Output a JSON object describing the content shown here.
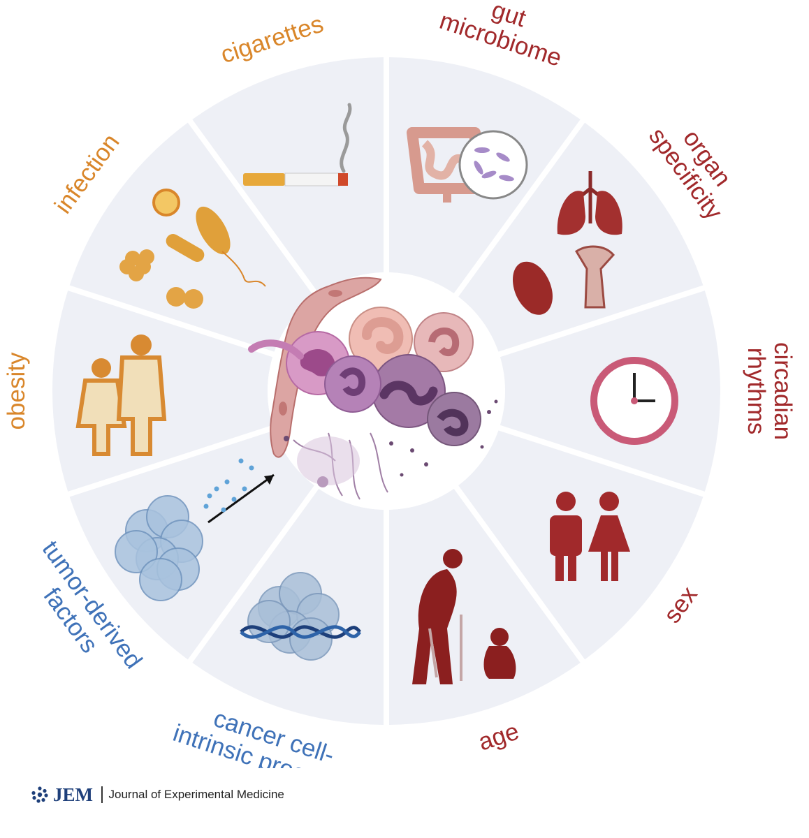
{
  "colors": {
    "orange": "#d9862a",
    "darkred": "#a1292b",
    "blue": "#3f72b8",
    "segment_fill": "#eef0f6"
  },
  "segments": [
    {
      "id": "gut-microbiome",
      "lines": [
        "gut",
        "microbiome"
      ],
      "color": "#a1292b",
      "icon": "intestine-microbe-icon"
    },
    {
      "id": "organ-specificity",
      "lines": [
        "organ",
        "specificity"
      ],
      "color": "#a1292b",
      "icon": "organs-icon"
    },
    {
      "id": "circadian-rhythms",
      "lines": [
        "circadian",
        "rhythms"
      ],
      "color": "#a1292b",
      "icon": "clock-icon"
    },
    {
      "id": "sex",
      "lines": [
        "sex"
      ],
      "color": "#a1292b",
      "icon": "male-female-icon"
    },
    {
      "id": "age",
      "lines": [
        "age"
      ],
      "color": "#a1292b",
      "icon": "elderly-baby-icon"
    },
    {
      "id": "cancer-cell-intrinsic",
      "lines": [
        "cancer cell-",
        "intrinsic programs"
      ],
      "color": "#3f72b8",
      "icon": "dna-tumor-icon"
    },
    {
      "id": "tumor-derived-factors",
      "lines": [
        "tumor-derived",
        "factors"
      ],
      "color": "#3f72b8",
      "icon": "tumor-secretion-icon"
    },
    {
      "id": "obesity",
      "lines": [
        "obesity"
      ],
      "color": "#d9862a",
      "icon": "obese-people-icon"
    },
    {
      "id": "infection",
      "lines": [
        "infection"
      ],
      "color": "#d9862a",
      "icon": "bacteria-virus-icon"
    },
    {
      "id": "cigarettes",
      "lines": [
        "cigarettes"
      ],
      "color": "#d9862a",
      "icon": "cigarette-icon"
    }
  ],
  "footer": {
    "logo": "JEM",
    "journal": "Journal of Experimental Medicine"
  }
}
